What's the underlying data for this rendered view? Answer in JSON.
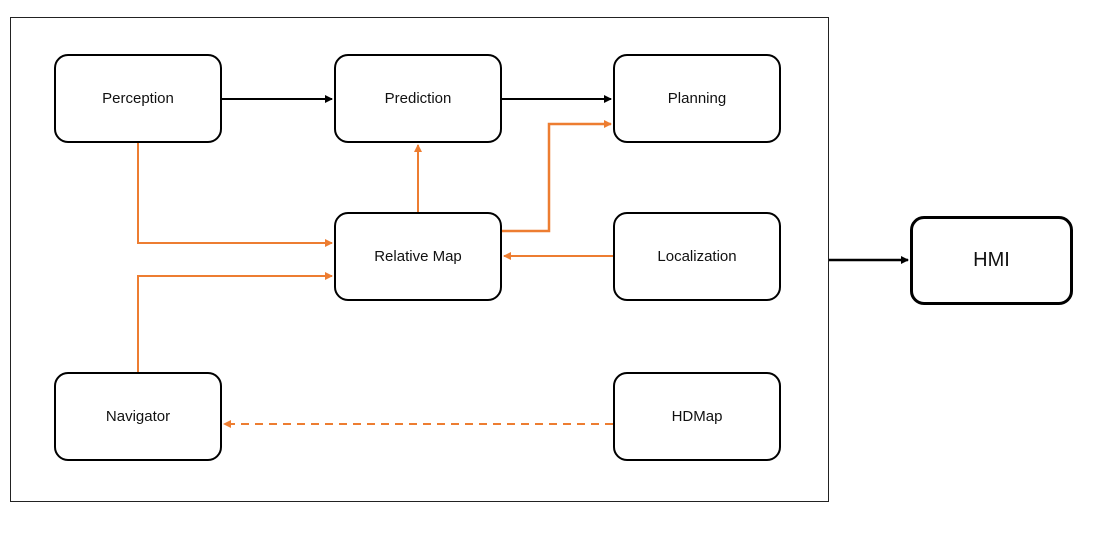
{
  "colors": {
    "node_border": "#000000",
    "black_edge": "#000000",
    "orange_edge": "#ED7D31",
    "frame_border": "#222222"
  },
  "nodes": {
    "perception": "Perception",
    "prediction": "Prediction",
    "planning": "Planning",
    "relative_map": "Relative Map",
    "localization": "Localization",
    "navigator": "Navigator",
    "hdmap": "HDMap",
    "hmi": "HMI"
  },
  "edges": [
    {
      "from": "perception",
      "to": "prediction",
      "color": "black",
      "style": "solid"
    },
    {
      "from": "prediction",
      "to": "planning",
      "color": "black",
      "style": "solid"
    },
    {
      "from": "perception",
      "to": "relative_map",
      "color": "orange",
      "style": "solid"
    },
    {
      "from": "relative_map",
      "to": "prediction",
      "color": "orange",
      "style": "solid"
    },
    {
      "from": "relative_map",
      "to": "planning",
      "color": "orange",
      "style": "solid"
    },
    {
      "from": "localization",
      "to": "relative_map",
      "color": "orange",
      "style": "solid"
    },
    {
      "from": "navigator",
      "to": "relative_map",
      "color": "orange",
      "style": "solid"
    },
    {
      "from": "hdmap",
      "to": "navigator",
      "color": "orange",
      "style": "dashed"
    },
    {
      "from": "system",
      "to": "hmi",
      "color": "black",
      "style": "solid"
    }
  ]
}
